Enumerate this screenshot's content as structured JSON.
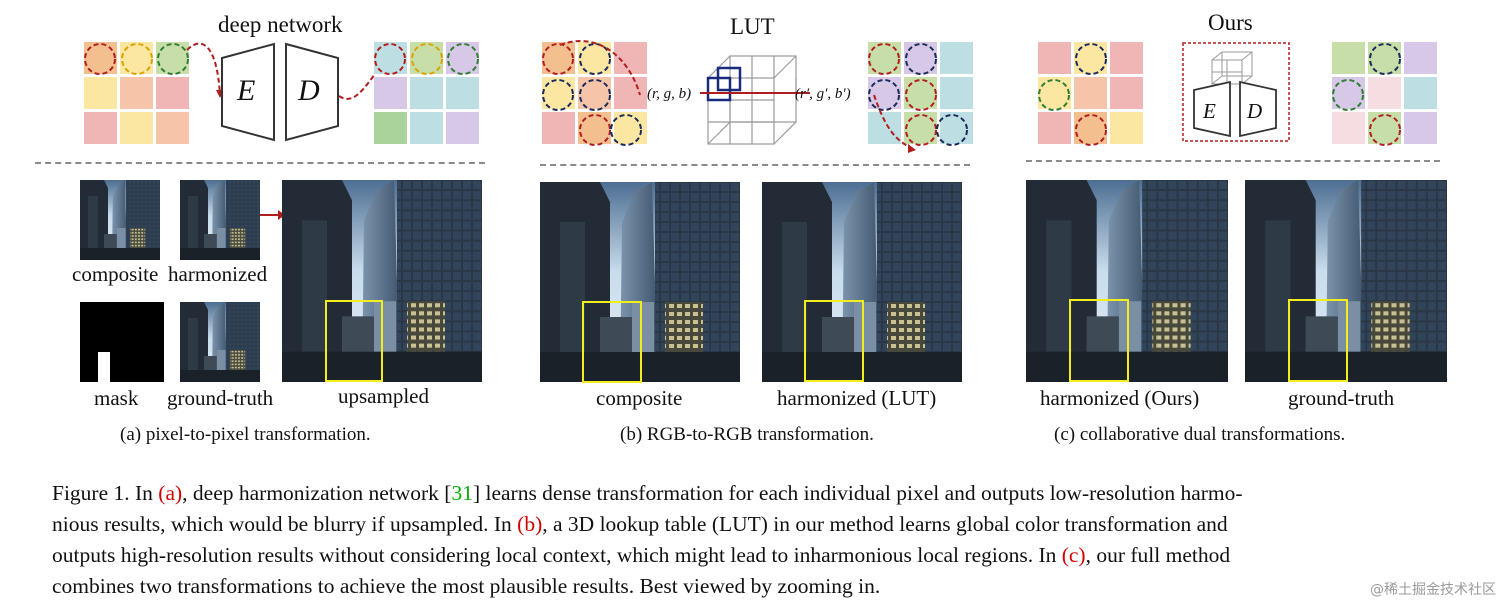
{
  "panel_a": {
    "title": "deep network",
    "encoder_letter": "E",
    "decoder_letter": "D",
    "labels": {
      "composite": "composite",
      "harmonized": "harmonized",
      "mask": "mask",
      "ground_truth": "ground-truth",
      "upsampled": "upsampled"
    },
    "caption": "(a) pixel-to-pixel transformation."
  },
  "panel_b": {
    "title": "LUT",
    "input_rgb": "(r, g, b)",
    "output_rgb": "(r′, g′, b′)",
    "labels": {
      "composite": "composite",
      "harmonized": "harmonized (LUT)"
    },
    "caption": "(b) RGB-to-RGB transformation."
  },
  "panel_c": {
    "title": "Ours",
    "encoder_letter": "E",
    "decoder_letter": "D",
    "labels": {
      "harmonized": "harmonized (Ours)",
      "ground_truth": "ground-truth"
    },
    "caption": "(c) collaborative dual transformations."
  },
  "figure_caption": {
    "l1_a": "Figure 1. In ",
    "ref_a": "(a)",
    "l1_b": ", deep harmonization network [",
    "cite": "31",
    "l1_c": "] learns dense transformation for each individual pixel and outputs low-resolution harmo-",
    "l2_a": "nious results, which would be blurry if upsampled. In ",
    "ref_b": "(b)",
    "l2_b": ", a 3D lookup table (LUT) in our method learns global color transformation and",
    "l3_a": "outputs high-resolution results without considering local context, which might lead to inharmonious local regions. In ",
    "ref_c": "(c)",
    "l3_b": ", our full method",
    "l4": "combines two transformations to achieve the most plausible results. Best viewed by zooming in."
  },
  "watermark": "@稀土掘金技术社区",
  "colors": {
    "reference_red": "#d40000",
    "citation_green": "#00b000",
    "highlight_box": "#f2ee1e",
    "arrow_red": "#b01e1e",
    "separator": "#8a8a8a"
  },
  "tile_palette": [
    "#f4bf8f",
    "#fbe6a2",
    "#f6c4a8",
    "#f0b5b5",
    "#c8dea8",
    "#bddfe3",
    "#d6c8e6",
    "#a9d39a"
  ]
}
